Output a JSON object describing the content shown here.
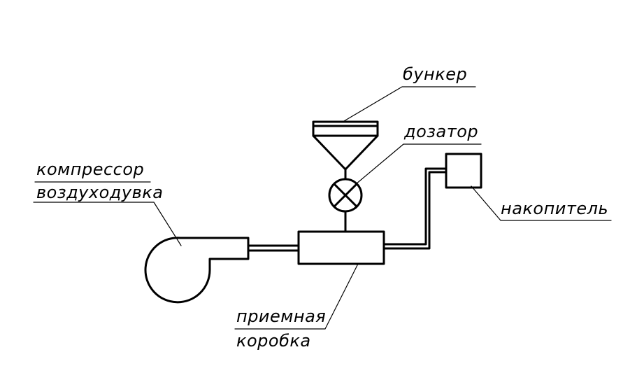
{
  "labels": {
    "bunker": "бункер",
    "dosing": "дозатор",
    "compressor_line1": "компрессор",
    "compressor_line2": "воздуходувка",
    "storage": "накопитель",
    "receiver_line1": "приемная",
    "receiver_line2": "коробка"
  }
}
